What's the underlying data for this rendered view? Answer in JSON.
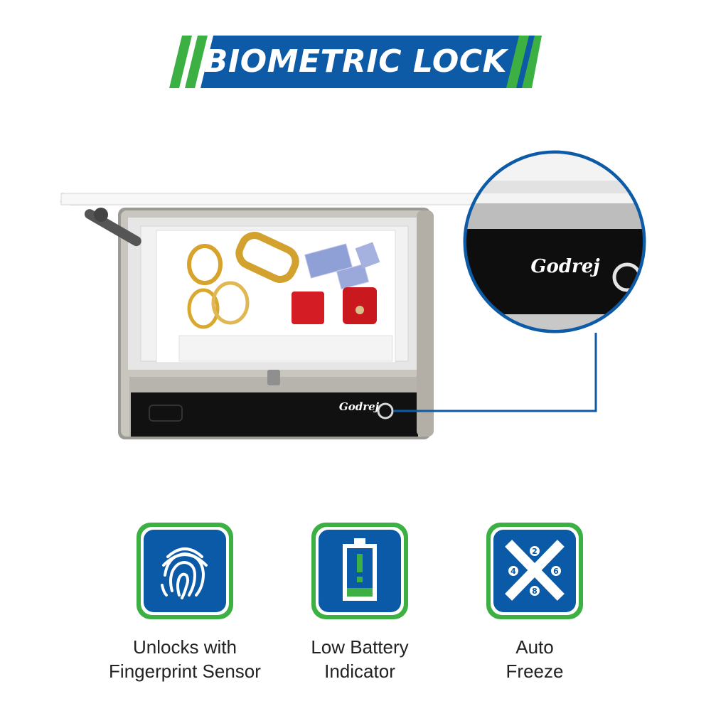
{
  "header": {
    "title": "BIOMETRIC LOCK"
  },
  "product": {
    "brand_front": "Godrej",
    "brand_zoom": "Godrej"
  },
  "features": [
    {
      "icon": "fingerprint-icon",
      "line1": "Unlocks with",
      "line2": "Fingerprint Sensor"
    },
    {
      "icon": "battery-icon",
      "line1": "Low Battery",
      "line2": "Indicator"
    },
    {
      "icon": "auto-freeze-icon",
      "line1": "Auto",
      "line2": "Freeze",
      "digits": {
        "top": "2",
        "left": "4",
        "right": "6",
        "bottom": "8"
      }
    }
  ],
  "colors": {
    "accent_blue": "#0d5aa7",
    "accent_green": "#3cb043",
    "tile_blue": "#0b5aa8"
  }
}
